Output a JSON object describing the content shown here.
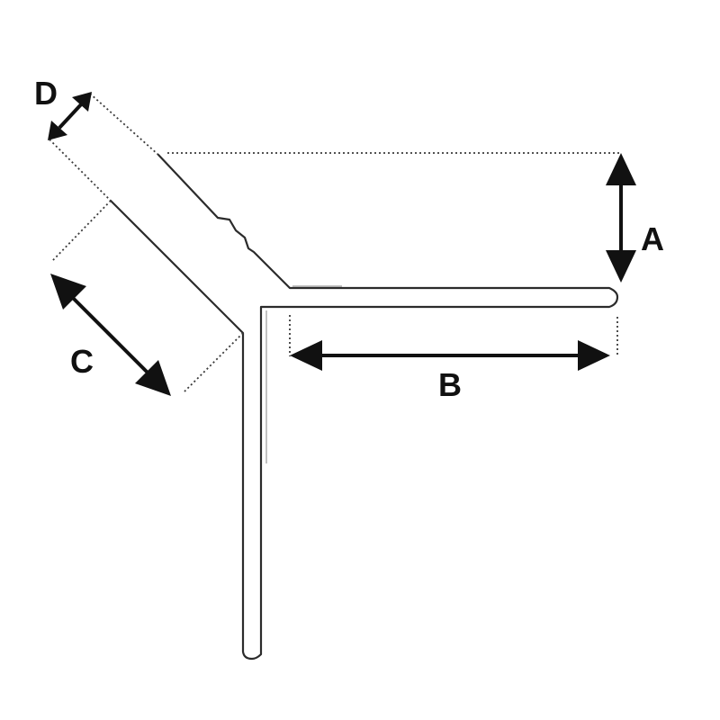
{
  "labels": {
    "a": "A",
    "b": "B",
    "c": "C",
    "d": "D"
  },
  "colors": {
    "line": "#2b2b2b",
    "arrow": "#111111",
    "background": "#ffffff"
  }
}
